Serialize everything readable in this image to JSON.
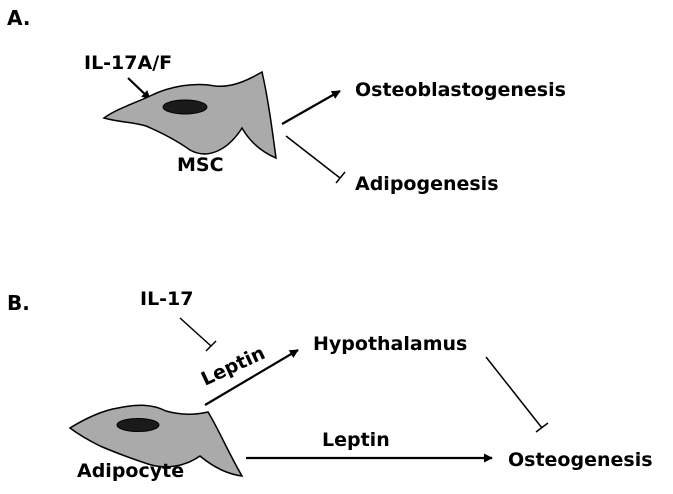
{
  "panel_a": {
    "label": "A.",
    "stimulus": "IL-17A/F",
    "cell": "MSC",
    "promoted": "Osteoblastogenesis",
    "inhibited": "Adipogenesis"
  },
  "panel_b": {
    "label": "B.",
    "stimulus": "IL-17",
    "signal": "Leptin",
    "target": "Hypothalamus",
    "cell": "Adipocyte",
    "direct_signal": "Leptin",
    "outcome": "Osteogenesis"
  },
  "colors": {
    "cell_fill": "#aaaaaa",
    "nucleus_fill": "#1a1a1a",
    "line": "#000000"
  }
}
